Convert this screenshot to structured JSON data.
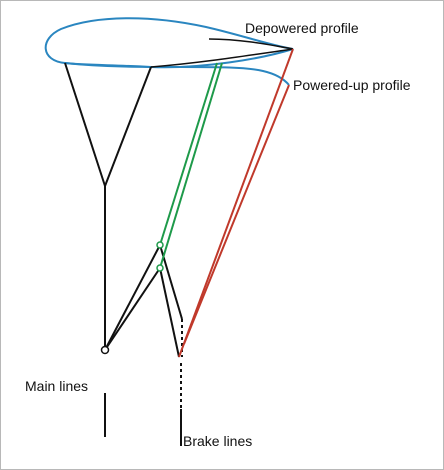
{
  "labels": {
    "depowered_profile": "Depowered profile",
    "powered_up_profile": "Powered-up profile",
    "main_lines": "Main lines",
    "brake_lines": "Brake lines"
  },
  "colors": {
    "profile": "#2a86c0",
    "lines": "#111111",
    "green_lines": "#1e9a4a",
    "red_lines": "#c0392b",
    "frame_border": "#b8b8b8"
  }
}
